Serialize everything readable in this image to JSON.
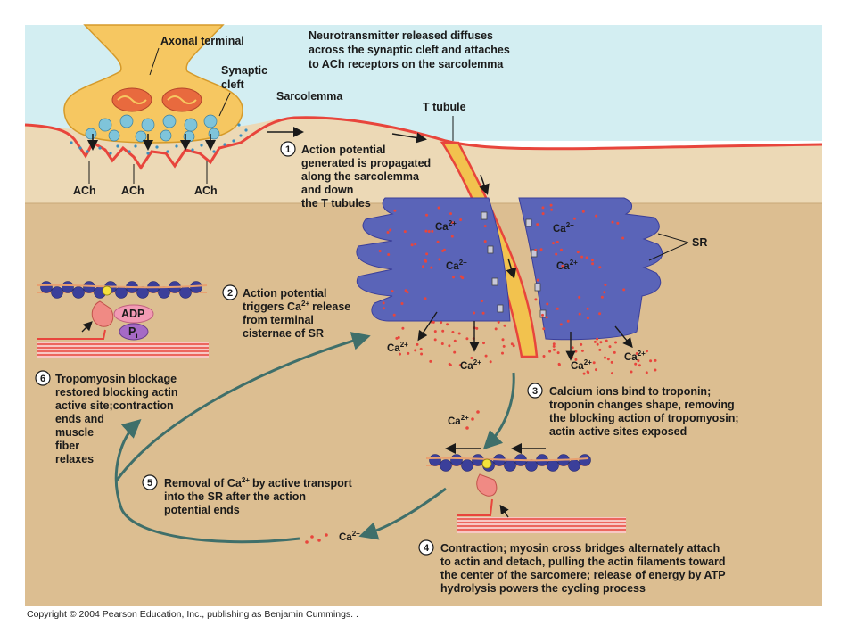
{
  "labels": {
    "axonal_terminal": "Axonal terminal",
    "synaptic_cleft_1": "Synaptic",
    "synaptic_cleft_2": "cleft",
    "sarcolemma": "Sarcolemma",
    "t_tubule": "T tubule",
    "sr": "SR",
    "ach": "ACh",
    "adp": "ADP",
    "pi_main": "P",
    "pi_sub": "i",
    "ca": "Ca",
    "ca_sup": "2+"
  },
  "intro": [
    "Neurotransmitter released diffuses",
    "across the synaptic cleft and attaches",
    "to ACh receptors on the sarcolemma"
  ],
  "steps": [
    {
      "num": "1",
      "lines": [
        "Action potential",
        "generated is propagated",
        "along the sarcolemma",
        "and down",
        "the T tubules"
      ]
    },
    {
      "num": "2",
      "lines": [
        "Action potential",
        "triggers Ca",
        "release",
        "from terminal",
        "cisternae of SR"
      ]
    },
    {
      "num": "3",
      "lines": [
        "Calcium ions bind to troponin;",
        "troponin changes shape, removing",
        "the blocking action of tropomyosin;",
        "actin active sites exposed"
      ]
    },
    {
      "num": "4",
      "lines": [
        "Contraction; myosin cross bridges alternately attach",
        "to actin and detach, pulling the actin filaments toward",
        "the center of the sarcomere; release of energy by ATP",
        "hydrolysis powers the cycling process"
      ]
    },
    {
      "num": "5",
      "lines": [
        "Removal of Ca",
        "by active transport",
        "into the SR after the action",
        "potential ends"
      ]
    },
    {
      "num": "6",
      "lines": [
        "Tropomyosin blockage",
        "restored blocking actin",
        "active site;contraction",
        "ends and",
        "muscle",
        "fiber",
        "relaxes"
      ]
    }
  ],
  "copyright": "Copyright © 2004 Pearson Education, Inc., publishing as Benjamin Cummings.  .",
  "colors": {
    "sky": "#d3eef2",
    "cytoplasm": "#dcbe91",
    "upper_band": "#ecd9b6",
    "sarcolemma": "#e8453c",
    "terminal": "#f6c761",
    "sr": "#5a64b8",
    "ttubule": "#f2c24e",
    "actin": "#3b3f9a",
    "myosin_head": "#f08a84",
    "adp": "#f29ab4",
    "pi": "#a66ac6",
    "arrow": "#3f6f6a"
  }
}
